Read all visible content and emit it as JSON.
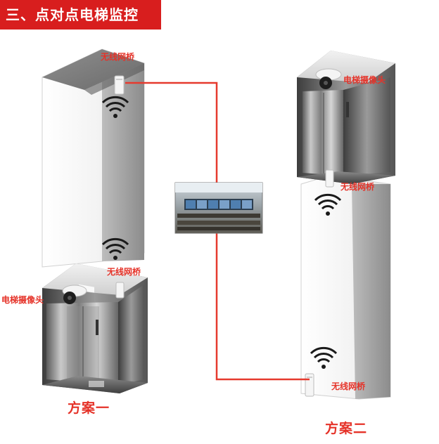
{
  "title": "三、点对点电梯监控",
  "left": {
    "bridge_top_label": "无线网桥",
    "bridge_car_label": "无线网桥",
    "camera_label": "电梯摄像头",
    "scheme_label": "方案一"
  },
  "right": {
    "camera_label": "电梯摄像头",
    "bridge_car_label": "无线网桥",
    "bridge_bottom_label": "无线网桥",
    "scheme_label": "方案二"
  },
  "colors": {
    "accent": "#e53228",
    "banner": "#d81e1e",
    "link_line": "#e63a2e"
  }
}
